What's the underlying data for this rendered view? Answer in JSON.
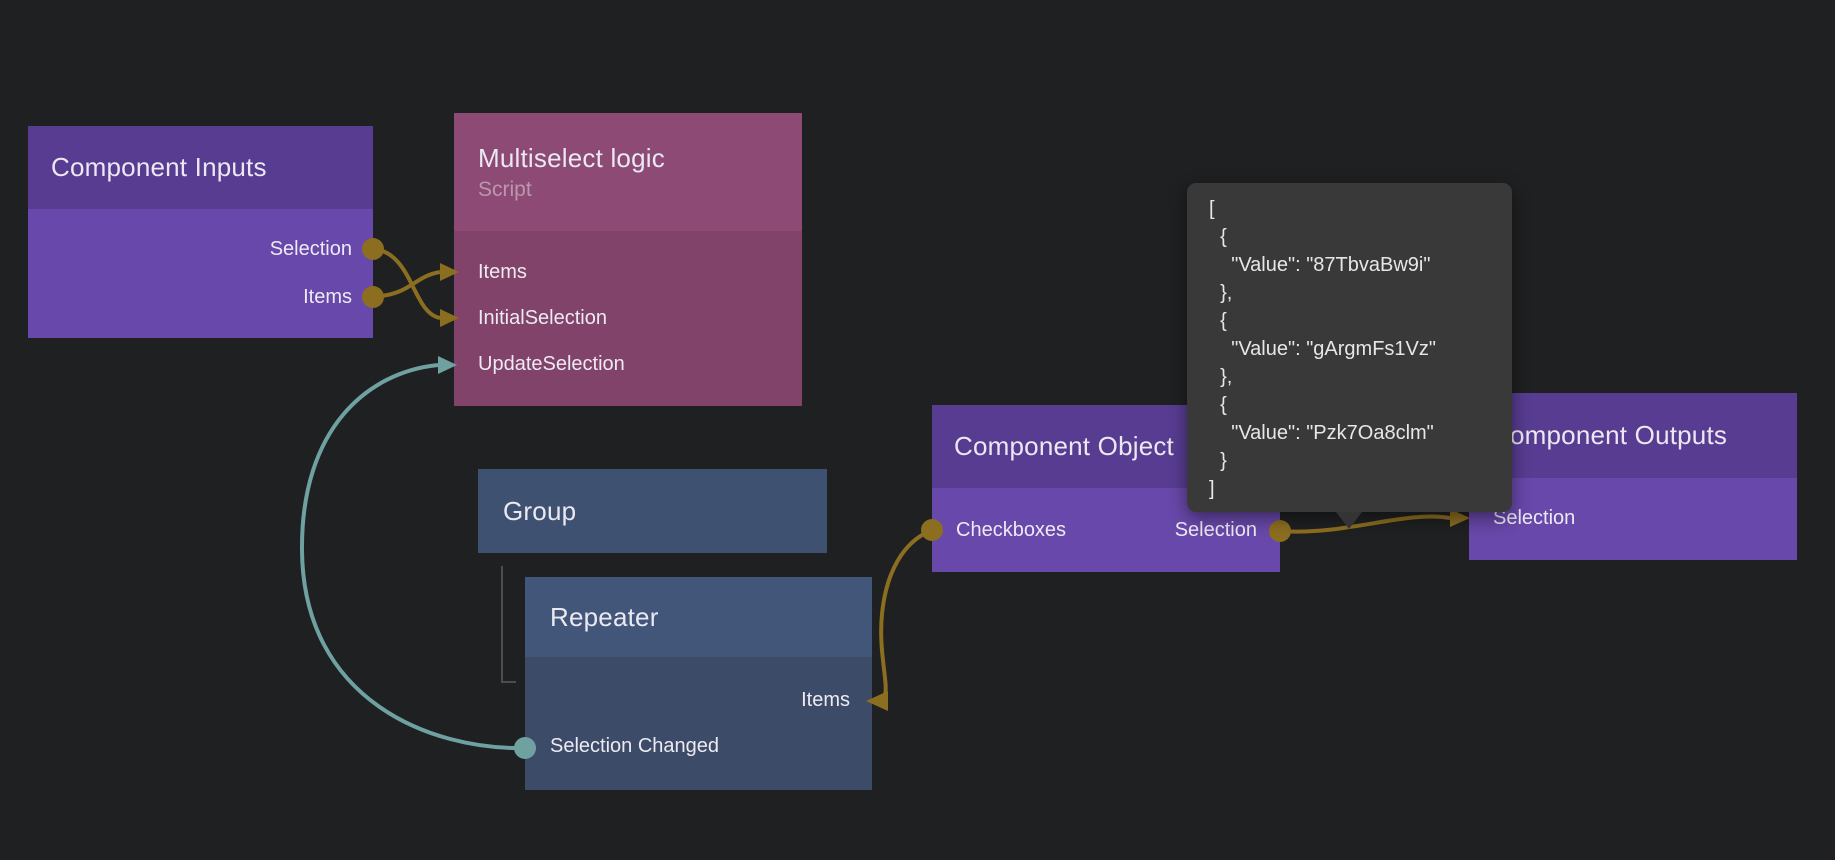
{
  "canvas": {
    "background": "#1f2021"
  },
  "colors": {
    "node_purple_header": "#583c92",
    "node_purple_body": "#6848aa",
    "node_pink_header": "#8c4a74",
    "node_pink_body": "#81436a",
    "node_blue_header": "#42567a",
    "node_blue_body": "#3c4b67",
    "node_group": "#3e5170",
    "wire_gold": "#8c6e20",
    "wire_teal": "#6fa1a1",
    "hierarchy_line": "#4c4d4e",
    "tooltip_bg": "#39393a"
  },
  "nodes": {
    "component_inputs": {
      "title": "Component Inputs",
      "outputs": [
        "Selection",
        "Items"
      ]
    },
    "multiselect_logic": {
      "title": "Multiselect logic",
      "subtitle": "Script",
      "inputs": [
        "Items",
        "InitialSelection",
        "UpdateSelection"
      ]
    },
    "group": {
      "title": "Group"
    },
    "repeater": {
      "title": "Repeater",
      "inputs": [
        "Items"
      ],
      "outputs": [
        "Selection Changed"
      ]
    },
    "component_object": {
      "title": "Component Object",
      "inputs": [
        "Checkboxes"
      ],
      "outputs": [
        "Selection"
      ]
    },
    "component_outputs": {
      "title": "Component Outputs",
      "inputs": [
        "Selection"
      ]
    }
  },
  "tooltip": {
    "json_text": "[\n  {\n    \"Value\": \"87TbvaBw9i\"\n  },\n  {\n    \"Value\": \"gArgmFs1Vz\"\n  },\n  {\n    \"Value\": \"Pzk7Oa8clm\"\n  }\n]"
  },
  "connections": [
    {
      "from": "Component Inputs.Selection",
      "to": "Multiselect logic.InitialSelection",
      "color": "#8c6e20"
    },
    {
      "from": "Component Inputs.Items",
      "to": "Multiselect logic.Items",
      "color": "#8c6e20"
    },
    {
      "from": "Repeater.Selection Changed",
      "to": "Multiselect logic.UpdateSelection",
      "color": "#6fa1a1"
    },
    {
      "from": "Component Object.Checkboxes",
      "to": "Repeater.Items",
      "color": "#8c6e20"
    },
    {
      "from": "Component Object.Selection",
      "to": "Component Outputs.Selection",
      "color": "#8c6e20"
    },
    {
      "parent": "Group",
      "child": "Repeater",
      "type": "hierarchy"
    }
  ]
}
